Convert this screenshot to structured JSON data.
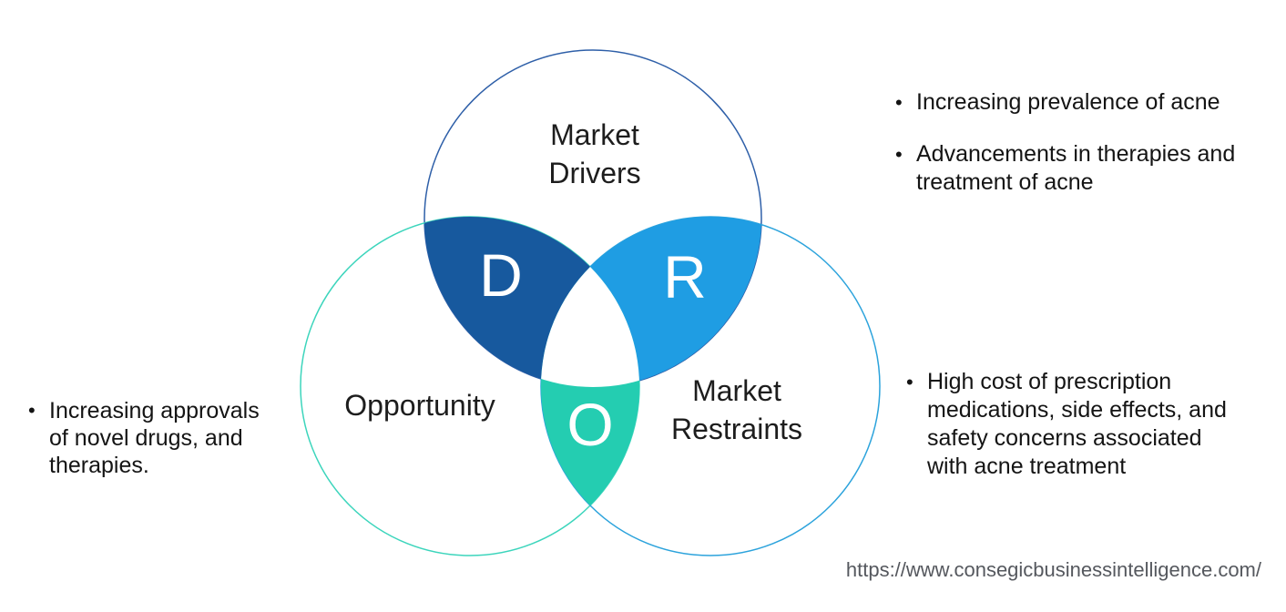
{
  "venn": {
    "drivers": {
      "label": "Market\nDrivers",
      "outline_color": "#2E5FA8"
    },
    "opportunity": {
      "label": "Opportunity",
      "outline_color": "#3CD5BC"
    },
    "restraints": {
      "label": "Market\nRestraints",
      "outline_color": "#2CA3DC"
    },
    "overlaps": {
      "drivers_opportunity": {
        "letter": "D",
        "fill_color": "#17599E"
      },
      "drivers_restraints": {
        "letter": "R",
        "fill_color": "#1F9DE3"
      },
      "opportunity_restraints": {
        "letter": "O",
        "fill_color": "#24CDB1"
      },
      "center_color": "#FFFFFF"
    }
  },
  "bullets": {
    "glyph": "•",
    "drivers": [
      "Increasing prevalence of acne",
      "Advancements in therapies and\ntreatment of acne"
    ],
    "opportunity": [
      "Increasing approvals\nof novel drugs, and\ntherapies."
    ],
    "restraints": [
      "High cost of prescription\nmedications, side effects, and\nsafety concerns associated\nwith acne treatment"
    ]
  },
  "footer": {
    "source_url": "https://www.consegicbusinessintelligence.com/"
  }
}
